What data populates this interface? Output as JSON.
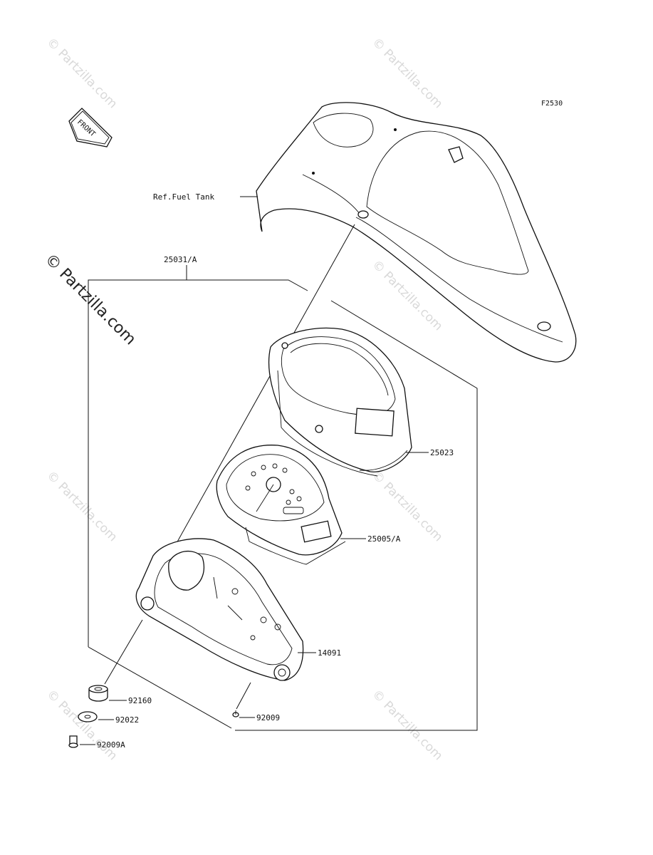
{
  "diagram": {
    "figure_code": "F2530",
    "front_label": "FRONT",
    "ref_label": "Ref.Fuel Tank",
    "watermark": "© Partzilla.com",
    "parts": {
      "assembly": "25031/A",
      "case_cover": "25023",
      "meter_unit": "25005/A",
      "lower_case": "14091",
      "grommet": "92160",
      "washer": "92022",
      "screw_small": "92009",
      "screw_a": "92009A"
    }
  }
}
